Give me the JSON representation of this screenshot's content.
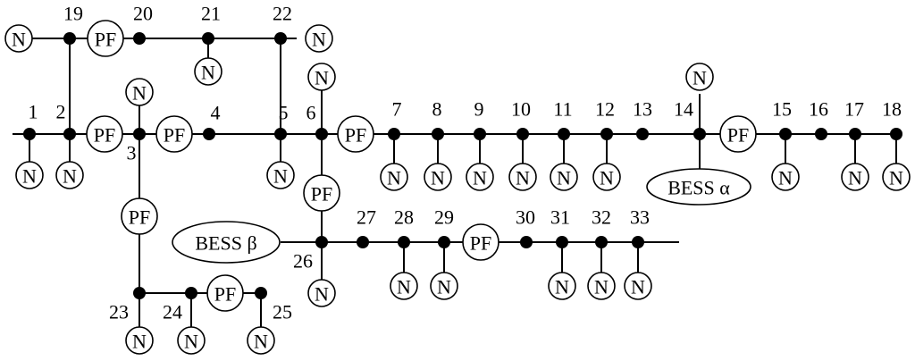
{
  "labels": {
    "load": "N",
    "pf": "PF",
    "bess_alpha": "BESS α",
    "bess_beta": "BESS β"
  },
  "buses": [
    "1",
    "2",
    "3",
    "4",
    "5",
    "6",
    "7",
    "8",
    "9",
    "10",
    "11",
    "12",
    "13",
    "14",
    "15",
    "16",
    "17",
    "18",
    "19",
    "20",
    "21",
    "22",
    "23",
    "24",
    "25",
    "26",
    "27",
    "28",
    "29",
    "30",
    "31",
    "32",
    "33"
  ],
  "colors": {
    "ink": "#000000",
    "background": "#ffffff"
  }
}
